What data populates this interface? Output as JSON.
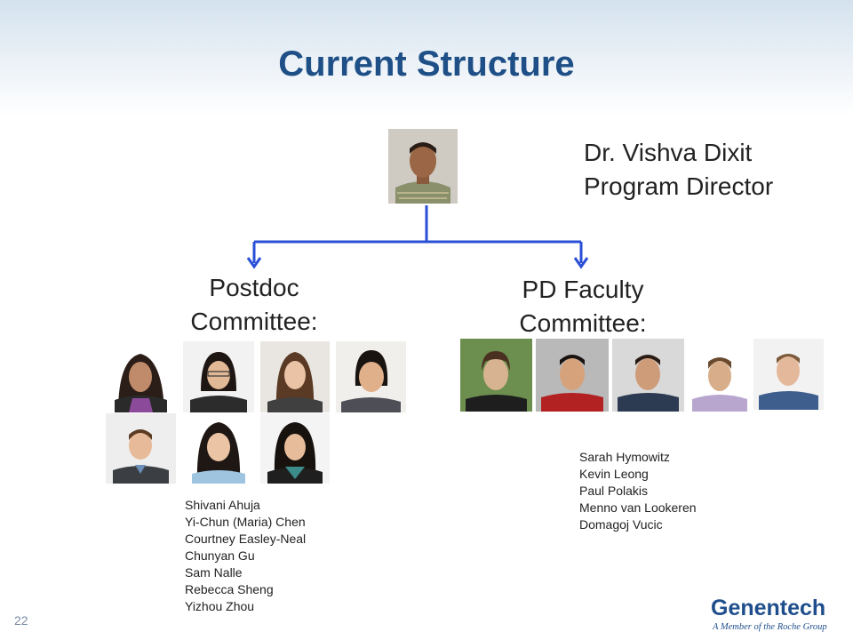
{
  "slide": {
    "title": "Current Structure",
    "number": "22"
  },
  "director": {
    "name": "Dr. Vishva Dixit",
    "role": "Program Director"
  },
  "postdoc_committee": {
    "label_line1": "Postdoc",
    "label_line2": "Committee:",
    "members": [
      "Shivani Ahuja",
      "Yi-Chun (Maria) Chen",
      "Courtney Easley-Neal",
      "Chunyan Gu",
      "Sam Nalle",
      "Rebecca Sheng",
      "Yizhou Zhou"
    ]
  },
  "faculty_committee": {
    "label_line1": "PD Faculty",
    "label_line2": "Committee:",
    "members": [
      "Sarah Hymowitz",
      "Kevin Leong",
      "Paul Polakis",
      "Menno van Lookeren",
      "Domagoj Vucic"
    ]
  },
  "logo": {
    "name": "Genentech",
    "tagline": "A Member of the Roche Group"
  },
  "colors": {
    "title": "#1e4f86",
    "connector": "#2a4fd6",
    "logo": "#1f4e8c"
  }
}
